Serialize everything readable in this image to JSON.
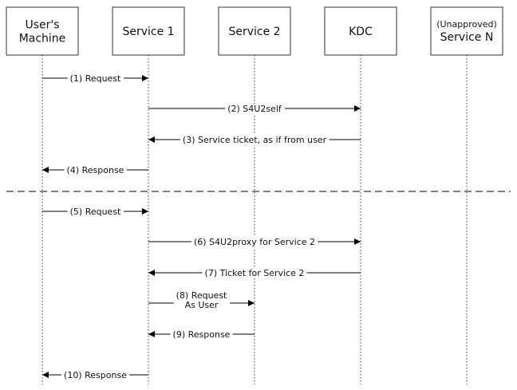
{
  "actors": [
    {
      "id": "user",
      "lines": [
        "User's",
        "Machine"
      ]
    },
    {
      "id": "service1",
      "lines": [
        "Service 1"
      ]
    },
    {
      "id": "service2",
      "lines": [
        "Service 2"
      ]
    },
    {
      "id": "kdc",
      "lines": [
        "KDC"
      ]
    },
    {
      "id": "serviceN",
      "small": "(Unapproved)",
      "lines": [
        "Service N"
      ]
    }
  ],
  "messages": [
    {
      "from": "user",
      "to": "service1",
      "label": [
        "(1) Request"
      ]
    },
    {
      "from": "service1",
      "to": "kdc",
      "label": [
        "(2) S4U2self"
      ]
    },
    {
      "from": "kdc",
      "to": "service1",
      "label": [
        "(3) Service ticket, as if from user"
      ]
    },
    {
      "from": "service1",
      "to": "user",
      "label": [
        "(4) Response"
      ]
    },
    {
      "from": "user",
      "to": "service1",
      "label": [
        "(5) Request"
      ]
    },
    {
      "from": "service1",
      "to": "kdc",
      "label": [
        "(6) S4U2proxy for Service 2"
      ]
    },
    {
      "from": "kdc",
      "to": "service1",
      "label": [
        "(7) Ticket for Service 2"
      ]
    },
    {
      "from": "service1",
      "to": "service2",
      "label": [
        "(8) Request",
        "As User"
      ]
    },
    {
      "from": "service2",
      "to": "service1",
      "label": [
        "(9) Response"
      ]
    },
    {
      "from": "service1",
      "to": "user",
      "label": [
        "(10) Response"
      ]
    }
  ]
}
